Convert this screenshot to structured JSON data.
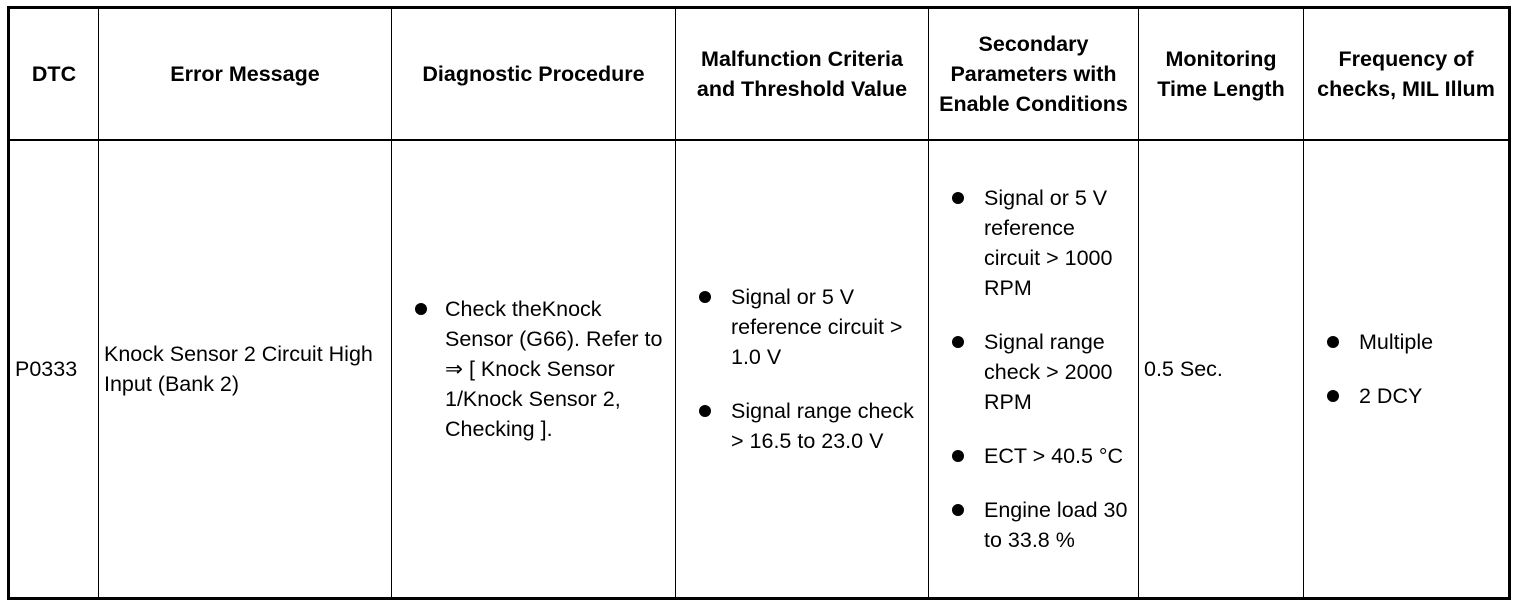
{
  "headers": {
    "dtc": "DTC",
    "error_message": "Error Message",
    "diagnostic_procedure": "Diagnostic Procedure",
    "malfunction_criteria": "Malfunction Criteria and Threshold Value",
    "secondary_parameters": "Secondary Parameters with Enable Conditions",
    "monitoring_time": "Monitoring Time Length",
    "frequency": "Frequency of checks, MIL Illum"
  },
  "row": {
    "dtc": "P0333",
    "error_message": "Knock Sensor 2 Circuit High Input (Bank 2)",
    "diagnostic_procedure": [
      "Check theKnock Sensor (G66). Refer to ⇒ [ Knock Sensor 1/Knock Sensor 2, Checking ]."
    ],
    "malfunction_criteria": [
      "Signal or 5 V reference circuit > 1.0 V",
      "Signal range check > 16.5 to 23.0 V"
    ],
    "secondary_parameters": [
      "Signal or 5 V reference circuit > 1000 RPM",
      "Signal range check > 2000 RPM",
      "ECT > 40.5 °C",
      "Engine load 30 to 33.8 %"
    ],
    "monitoring_time": "0.5 Sec.",
    "frequency": [
      "Multiple",
      "2 DCY"
    ]
  }
}
